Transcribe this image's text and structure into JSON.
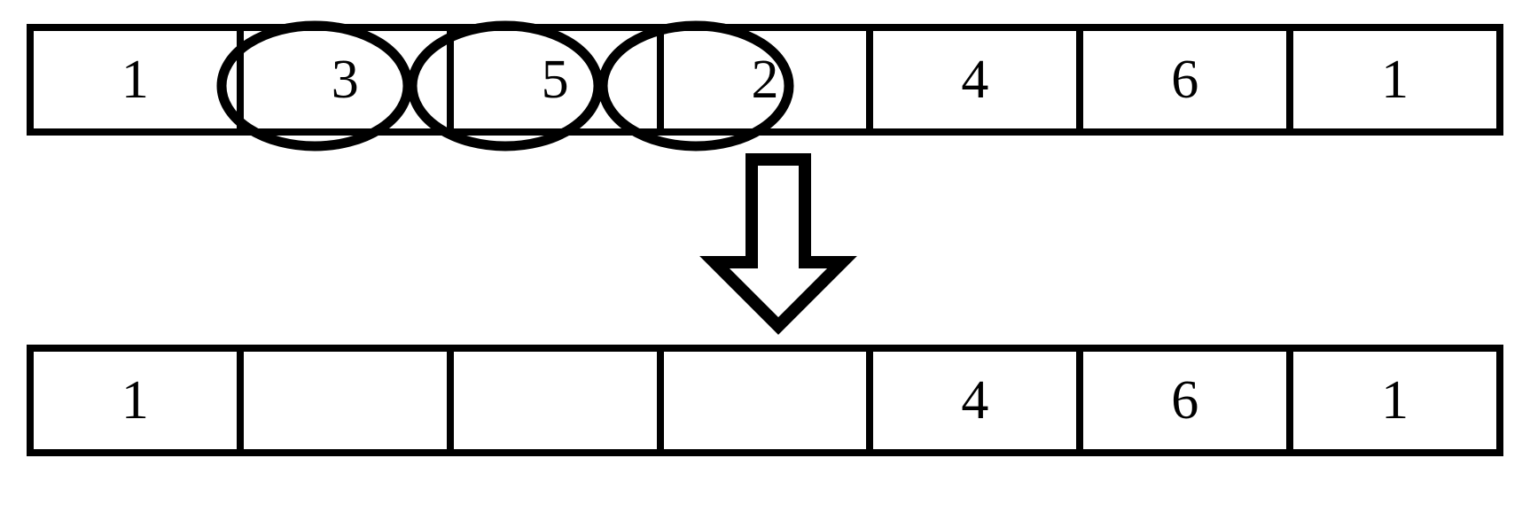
{
  "diagram": {
    "title": "Array selection and removal diagram",
    "stroke_color": "#000000",
    "fill_color": "#ffffff",
    "rows": [
      {
        "name": "before",
        "label": "before-array",
        "cells": [
          {
            "value": "1",
            "highlighted": false
          },
          {
            "value": "3",
            "highlighted": true
          },
          {
            "value": "5",
            "highlighted": true
          },
          {
            "value": "2",
            "highlighted": true
          },
          {
            "value": "4",
            "highlighted": false
          },
          {
            "value": "6",
            "highlighted": false
          },
          {
            "value": "1",
            "highlighted": false
          }
        ]
      },
      {
        "name": "after",
        "label": "after-array",
        "cells": [
          {
            "value": "1",
            "highlighted": false
          },
          {
            "value": "",
            "highlighted": false
          },
          {
            "value": "",
            "highlighted": false
          },
          {
            "value": "",
            "highlighted": false
          },
          {
            "value": "4",
            "highlighted": false
          },
          {
            "value": "6",
            "highlighted": false
          },
          {
            "value": "1",
            "highlighted": false
          }
        ]
      }
    ],
    "arrow": {
      "name": "down-arrow-icon",
      "direction": "down",
      "style": "hollow-outline"
    }
  }
}
